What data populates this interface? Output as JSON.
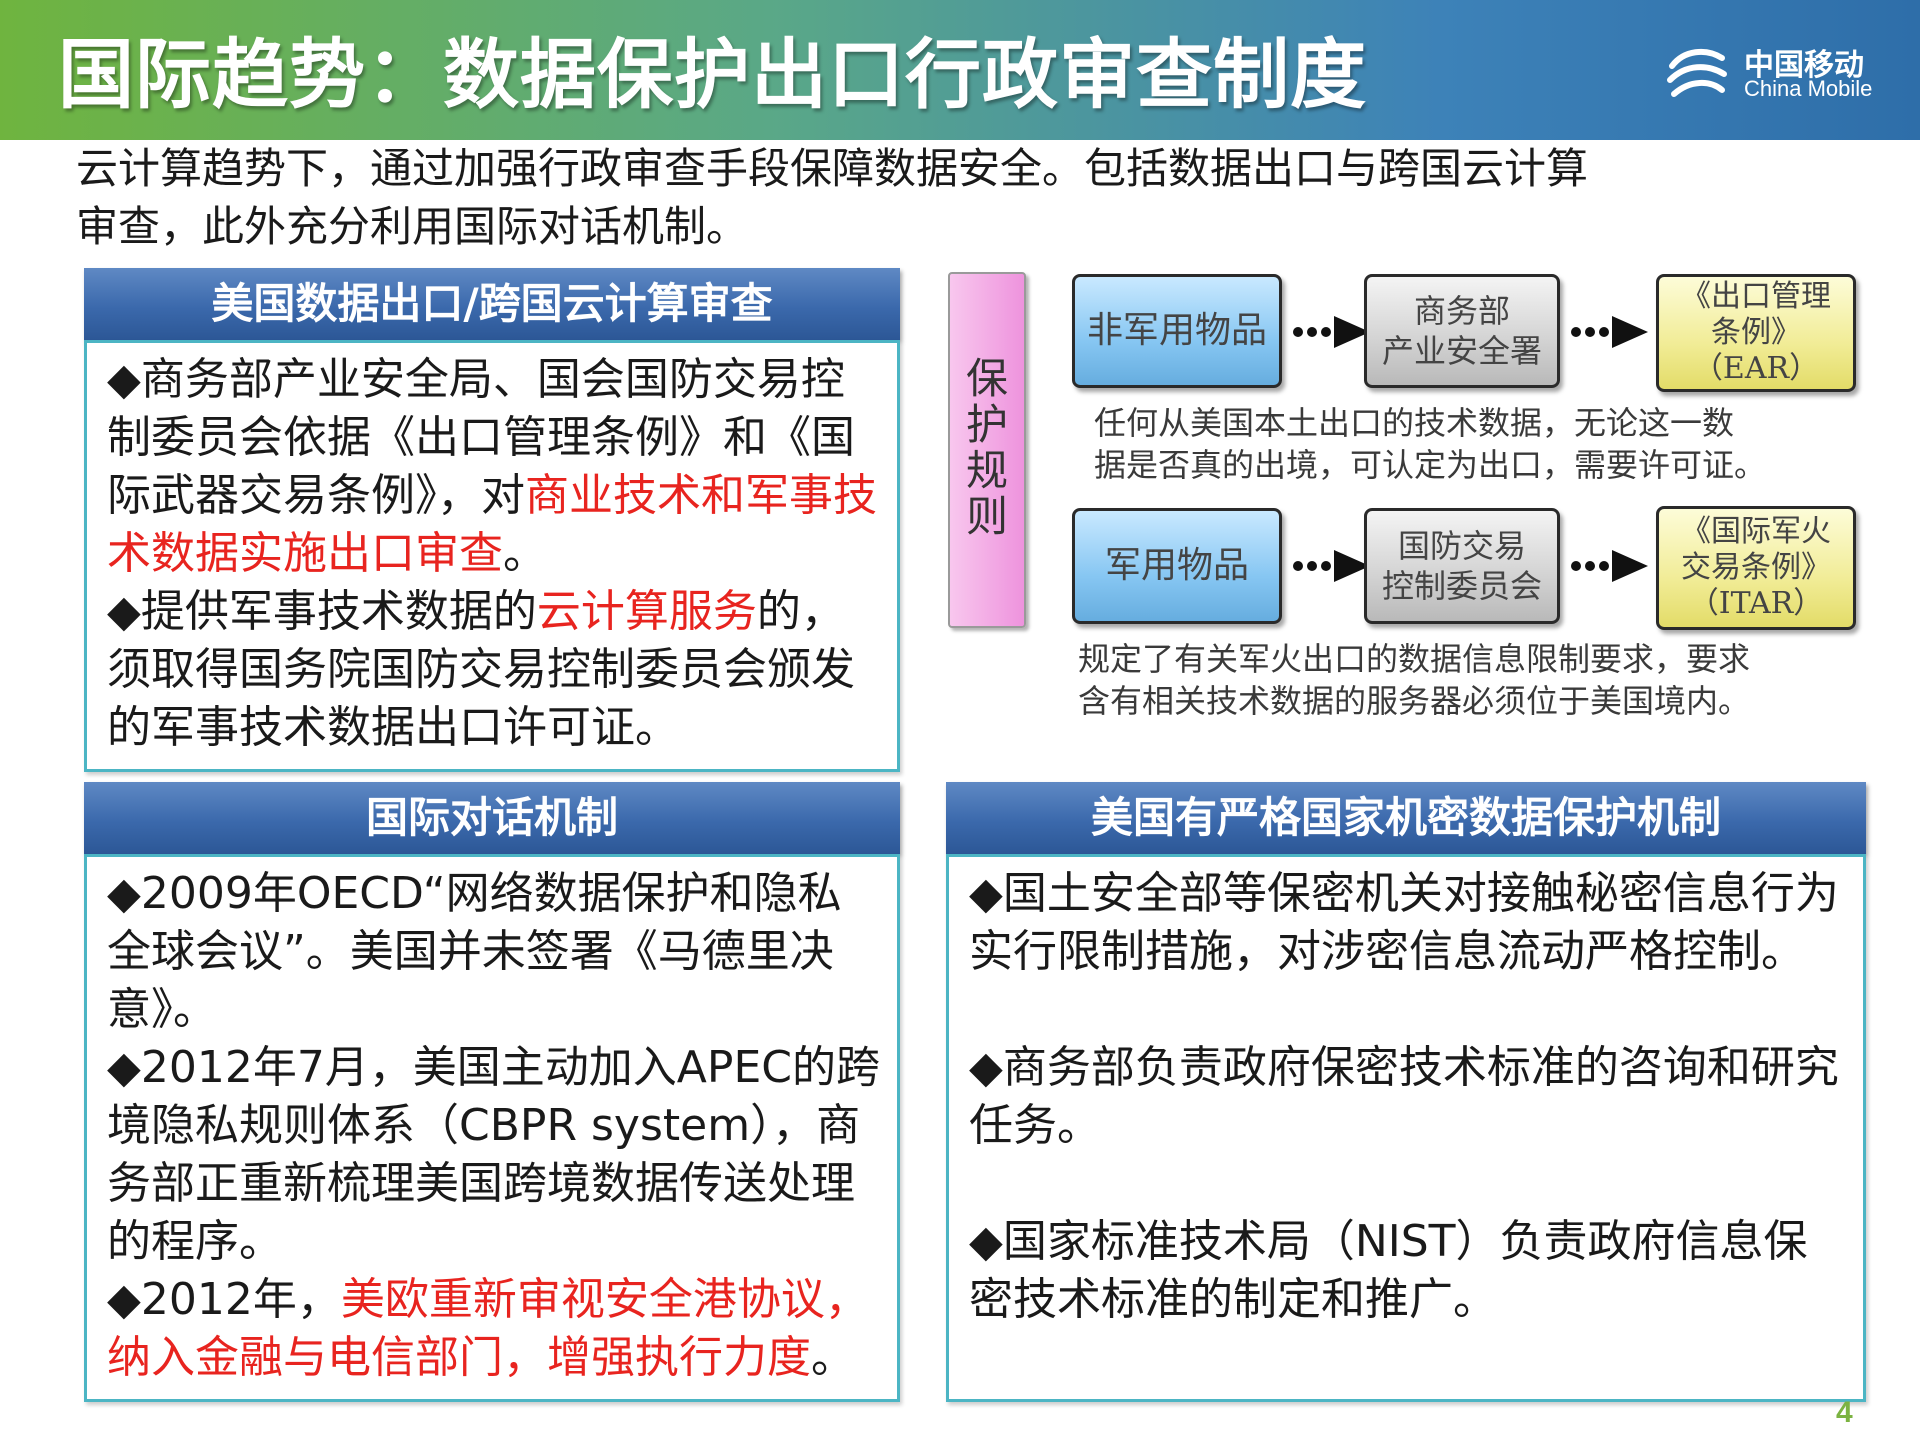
{
  "header": {
    "title": "国际趋势：数据保护出口行政审查制度",
    "logo_cn": "中国移动",
    "logo_en": "China Mobile"
  },
  "intro": {
    "line1": "云计算趋势下，通过加强行政审查手段保障数据安全。包括数据出口与跨国云计算",
    "line2": "审查，此外充分利用国际对话机制。"
  },
  "panel_us_export": {
    "title": "美国数据出口/跨国云计算审查",
    "p1_a": "◆商务部产业安全局、国会国防交易控制委员会依据《出口管理条例》和《国际武器交易条例》，对",
    "p1_red": "商业技术和军事技术数据实施出口审查",
    "p1_b": "。",
    "p2_a": "◆提供军事技术数据的",
    "p2_red": "云计算服务",
    "p2_b": "的，须取得国务院国防交易控制委员会颁发的军事技术数据出口许可证。"
  },
  "diagram": {
    "side_label": "保护规则",
    "row1": {
      "item": "非军用物品",
      "agency": "商务部\n产业安全署",
      "law": "《出口管理\n条例》\n（EAR）",
      "note": "任何从美国本土出口的技术数据，无论这一数\n据是否真的出境，可认定为出口，需要许可证。"
    },
    "row2": {
      "item": "军用物品",
      "agency": "国防交易\n控制委员会",
      "law": "《国际军火\n交易条例》\n（ITAR）",
      "note": "规定了有关军火出口的数据信息限制要求，要求\n含有相关技术数据的服务器必须位于美国境内。"
    }
  },
  "panel_dialogue": {
    "title": "国际对话机制",
    "p1": "◆2009年OECD“网络数据保护和隐私全球会议”。美国并未签署《马德里决意》。",
    "p2": "◆2012年7月，美国主动加入APEC的跨境隐私规则体系（CBPR system），商务部正重新梳理美国跨境数据传送处理的程序。",
    "p3_a": "◆2012年，",
    "p3_red": "美欧重新审视安全港协议，纳入金融与电信部门，增强执行力度",
    "p3_b": "。"
  },
  "panel_secret": {
    "title": "美国有严格国家机密数据保护机制",
    "p1": "◆国土安全部等保密机关对接触秘密信息行为实行限制措施，对涉密信息流动严格控制。",
    "p2": "◆商务部负责政府保密技术标准的咨询和研究任务。",
    "p3": "◆国家标准技术局（NIST）负责政府信息保密技术标准的制定和推广。"
  },
  "page_number": "4",
  "colors": {
    "accent_red": "#e8241f",
    "panel_header_blue": "#3b69ac",
    "panel_border_teal": "#4cb5c4"
  }
}
